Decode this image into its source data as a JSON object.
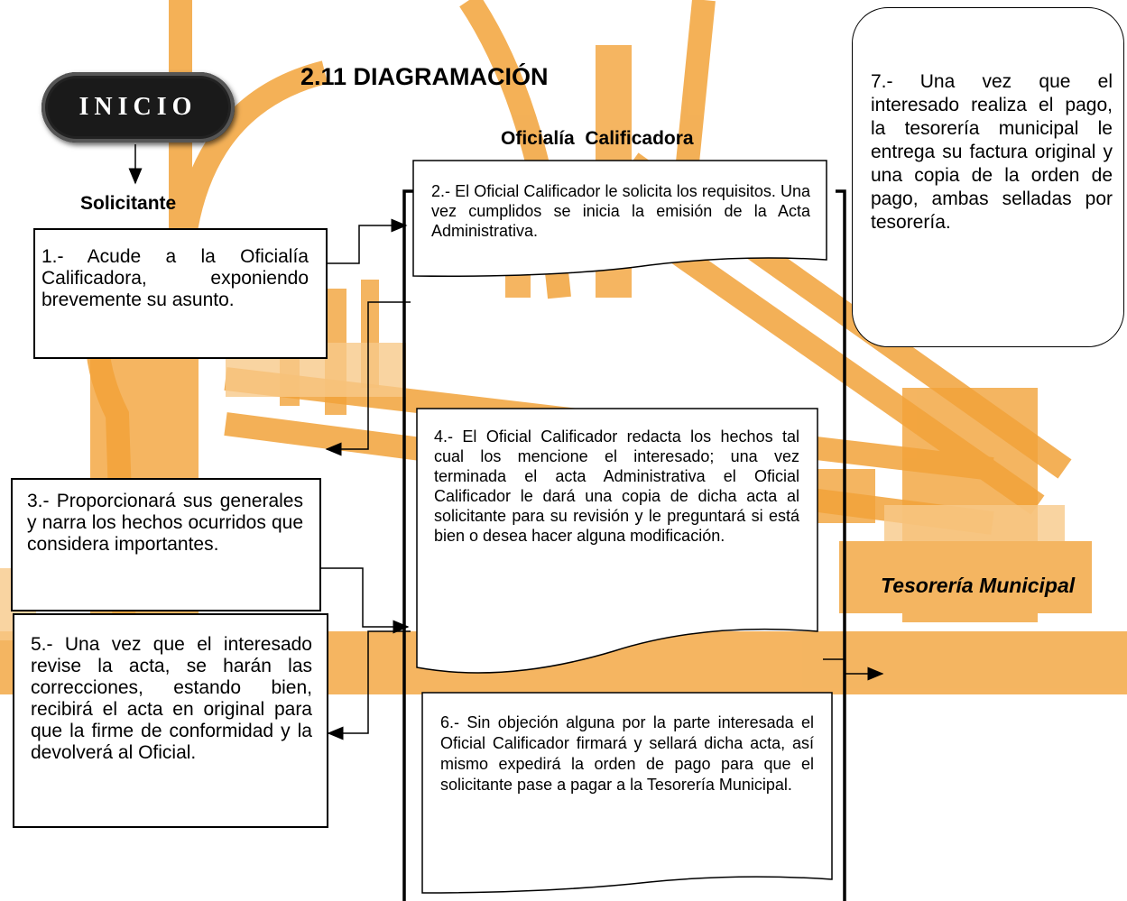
{
  "title": "2.11 DIAGRAMACIÓN",
  "start_label": "INICIO",
  "lanes": {
    "solicitante": "Solicitante",
    "oficialia": "Oficialía  Calificadora",
    "tesoreria": "Tesorería Municipal"
  },
  "steps": {
    "s1": "1.- Acude a la Oficialía Calificadora, exponiendo brevemente su asunto.",
    "s2": "2.- El Oficial Calificador le solicita los requisitos. Una vez cumplidos se inicia la emisión de la Acta Administrativa.",
    "s3": "3.-   Proporcionará sus generales y narra los hechos ocurridos que considera importantes.",
    "s4": "4.- El Oficial Calificador redacta los hechos tal cual los mencione el interesado; una vez terminada el acta Administrativa el Oficial Calificador le dará una copia de dicha acta al solicitante para su revisión y le preguntará si está bien o desea hacer alguna modificación.",
    "s5": "5.-   Una vez que el interesado revise la acta, se harán las correcciones, estando bien, recibirá el acta en original para que la firme de conformidad y la devolverá al Oficial.",
    "s6": "6.- Sin objeción alguna por la parte interesada el Oficial Calificador firmará y sellará dicha acta, así mismo expedirá la orden de pago para que el solicitante pase a pagar a la Tesorería Municipal.",
    "s7": "7.- Una vez que el interesado realiza el pago, la tesorería municipal le entrega su factura original y una copia de la orden de pago, ambas selladas por tesorería."
  },
  "colors": {
    "watermark": "#f2a33a",
    "watermark_light": "#f7c98a",
    "line": "#000000"
  }
}
